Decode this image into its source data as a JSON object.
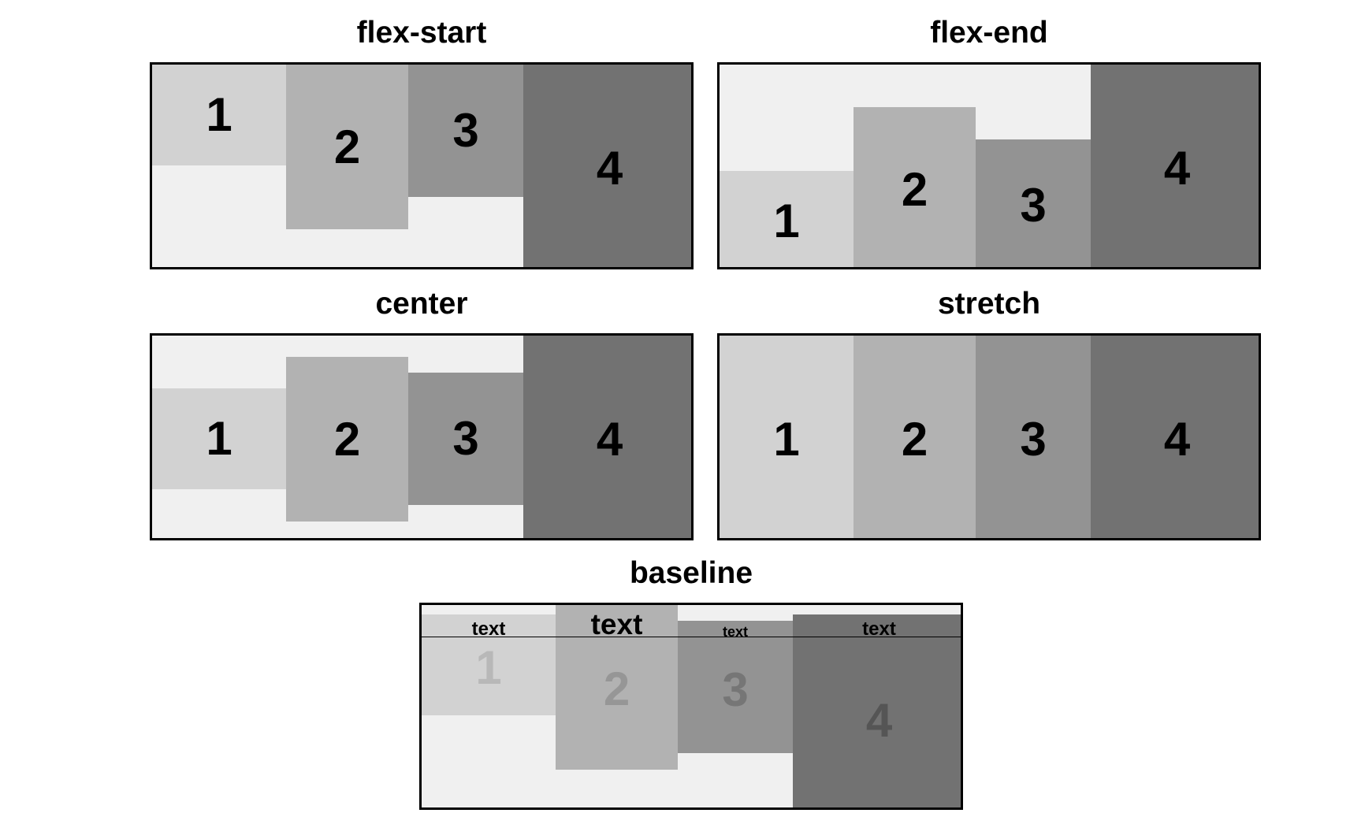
{
  "panels": [
    {
      "id": "flex-start",
      "title": "flex-start",
      "items": [
        "1",
        "2",
        "3",
        "4"
      ]
    },
    {
      "id": "flex-end",
      "title": "flex-end",
      "items": [
        "1",
        "2",
        "3",
        "4"
      ]
    },
    {
      "id": "center",
      "title": "center",
      "items": [
        "1",
        "2",
        "3",
        "4"
      ]
    },
    {
      "id": "stretch",
      "title": "stretch",
      "items": [
        "1",
        "2",
        "3",
        "4"
      ]
    },
    {
      "id": "baseline",
      "title": "baseline",
      "items": [
        "1",
        "2",
        "3",
        "4"
      ],
      "item_texts": [
        "text",
        "text",
        "text",
        "text"
      ]
    }
  ],
  "colors": {
    "container_bg": "#f0f0f0",
    "border": "#000000",
    "item1": "#d2d2d2",
    "item2": "#b2b2b2",
    "item3": "#939393",
    "item4": "#727272"
  }
}
